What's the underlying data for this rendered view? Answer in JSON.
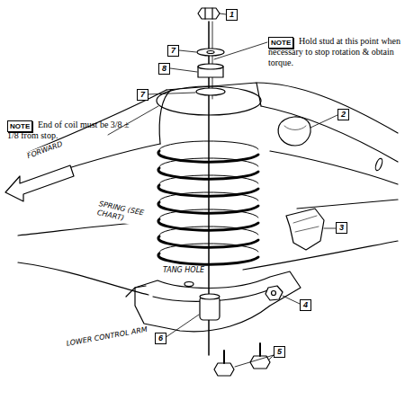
{
  "diagram": {
    "labels": [
      "1",
      "7",
      "8",
      "NOTE",
      "Hold stud at this point when necessary to stop rotation & obtain torque.",
      "7",
      "NOTE",
      "End of coil must be 3/8 ± 1/8 from stop.",
      "2",
      "FORWARD",
      "SPRING (SEE CHART)",
      "3",
      "TANG HOLE",
      "4",
      "6",
      "LOWER CONTROL ARM",
      "5"
    ]
  }
}
